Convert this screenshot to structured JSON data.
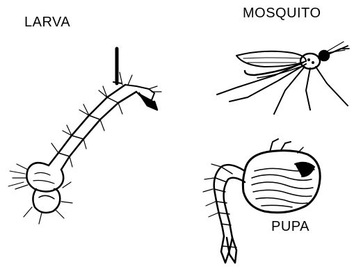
{
  "labels": {
    "larva": "LARVA",
    "mosquito": "MOSQUITO",
    "pupa": "PUPA"
  },
  "colors": {
    "ink": "#000000",
    "background": "#ffffff"
  }
}
